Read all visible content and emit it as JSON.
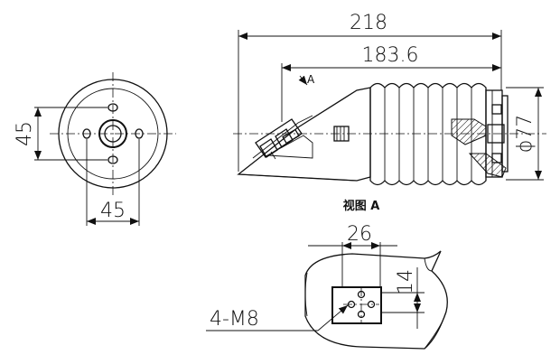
{
  "dimensions": {
    "overall_length": "218",
    "length_to_flange": "183.6",
    "diameter": "ϕ77",
    "end_view_vertical": "45",
    "end_view_horizontal": "45",
    "view_a_width": "26",
    "view_a_height": "14",
    "thread_callout": "4-M8"
  },
  "labels": {
    "view_a_title": "视图 A",
    "view_arrow_mark": "A"
  }
}
